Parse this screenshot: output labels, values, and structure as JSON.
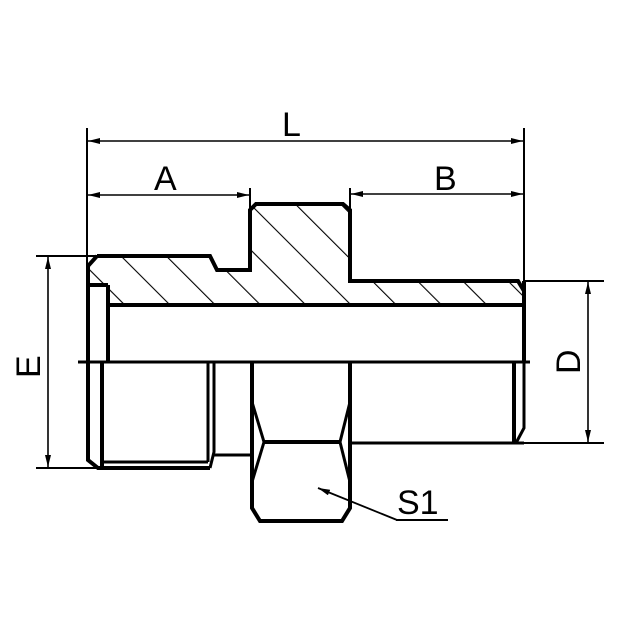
{
  "drawing": {
    "title": "Hydraulic adapter fitting cross-section",
    "line_color": "#000000",
    "background": "#ffffff"
  },
  "dimensions": {
    "L": {
      "label": "L",
      "description": "overall length"
    },
    "A": {
      "label": "A",
      "description": "left thread length"
    },
    "B": {
      "label": "B",
      "description": "right thread length"
    },
    "E": {
      "label": "E",
      "description": "left thread diameter"
    },
    "D": {
      "label": "D",
      "description": "right thread diameter"
    },
    "S1": {
      "label": "S1",
      "description": "hex size across flats"
    }
  }
}
